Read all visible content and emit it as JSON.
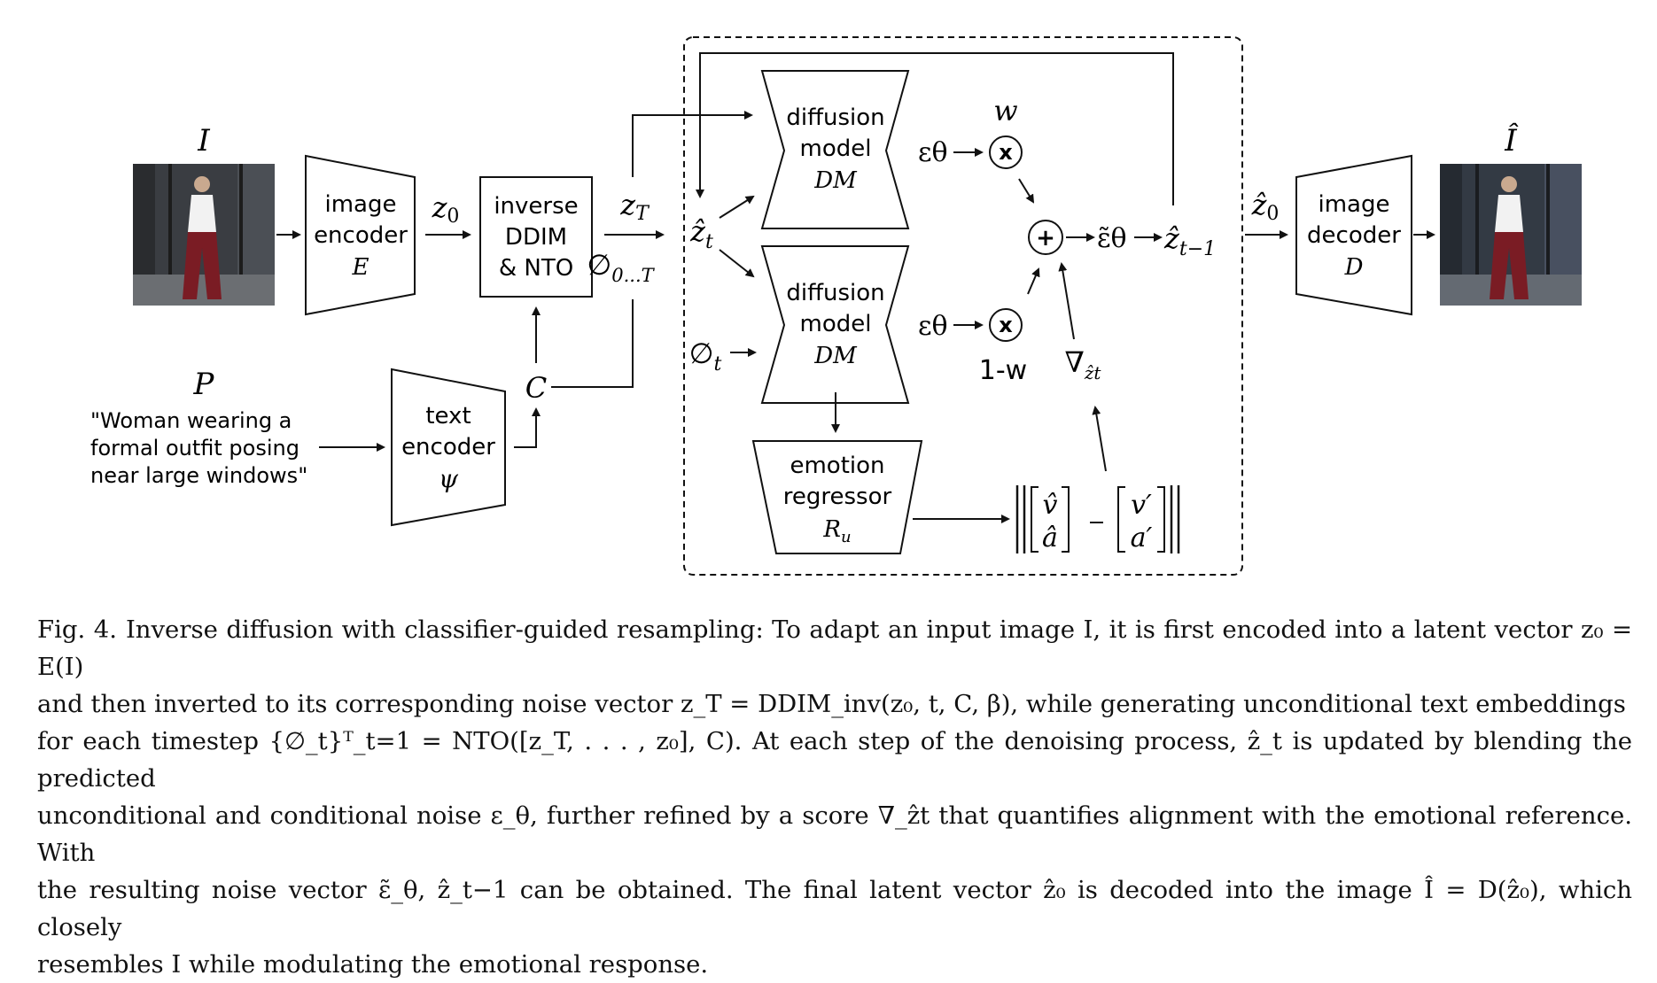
{
  "nodes": {
    "input_image_label": "I",
    "image_encoder": {
      "line1": "image",
      "line2": "encoder",
      "line3": "E"
    },
    "z0": "z",
    "z0_sub": "0",
    "inverse": {
      "line1": "inverse",
      "line2": "DDIM",
      "line3": "& NTO"
    },
    "zT": "z",
    "zT_sub": "T",
    "phi_0T": "∅",
    "phi_0T_sub": "0...T",
    "prompt_label": "P",
    "prompt_text": [
      "\"Woman wearing a",
      "formal outfit posing",
      "near large windows\""
    ],
    "text_encoder": {
      "line1": "text",
      "line2": "encoder",
      "line3": "ψ"
    },
    "C": "C",
    "zhat_t": "ẑ",
    "zhat_t_sub": "t",
    "phi_t": "∅",
    "phi_t_sub": "t",
    "dm_top": {
      "line1": "diffusion",
      "line2": "model",
      "line3": "DM"
    },
    "dm_bottom": {
      "line1": "diffusion",
      "line2": "model",
      "line3": "DM"
    },
    "eps_top": "εθ",
    "eps_bottom": "εθ",
    "w": "w",
    "one_minus_w": "1-w",
    "times": "x",
    "plus": "+",
    "eps_tilde": "ε̃θ",
    "zhat_t1": "ẑ",
    "zhat_t1_sub": "t−1",
    "nabla": "∇",
    "nabla_sub": "ẑt",
    "emotion_regressor": {
      "line1": "emotion",
      "line2": "regressor",
      "line3": "Ru"
    },
    "vec_hat": [
      "v̂",
      "â"
    ],
    "vec_ref": [
      "v′",
      "a′"
    ],
    "zhat0_out": "ẑ",
    "zhat0_out_sub": "0",
    "image_decoder": {
      "line1": "image",
      "line2": "decoder",
      "line3": "D"
    },
    "output_image_label": "Î"
  },
  "caption": {
    "label": "Fig. 4.",
    "lines": [
      "Inverse diffusion with classifier-guided resampling: To adapt an input image I, it is first encoded into a latent vector z₀ = E(I)",
      "and then inverted to its corresponding noise vector z_T = DDIM_inv(z₀, t, C, β), while generating unconditional text embeddings",
      "for each timestep {∅_t}ᵀ_t=1 = NTO([z_T, . . . , z₀], C). At each step of the denoising process, ẑ_t is updated by blending the predicted",
      "unconditional and conditional noise ε_θ, further refined by a score ∇_ẑt that quantifies alignment with the emotional reference. With",
      "the resulting noise vector ε̃_θ, ẑ_t−1 can be obtained. The final latent vector ẑ₀ is decoded into the image Î = D(ẑ₀), which closely",
      "resembles I while modulating the emotional response."
    ]
  },
  "colors": {
    "stroke": "#111111",
    "photo_bg": "#3a3d42",
    "trousers": "#7a1c24"
  }
}
